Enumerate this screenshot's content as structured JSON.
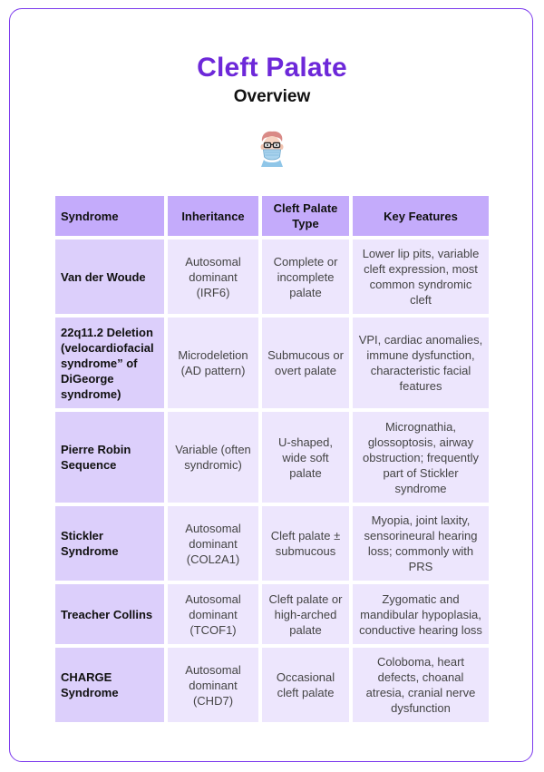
{
  "page": {
    "title": "Cleft Palate",
    "subtitle": "Overview",
    "avatar_icon": "doctor-with-mask-avatar"
  },
  "colors": {
    "accent": "#6d28d9",
    "border": "#7c3aed",
    "header_bg": "#c4abfb",
    "name_cell_bg": "#dccffb",
    "cell_bg": "#ede6fd"
  },
  "table": {
    "headers": [
      "Syndrome",
      "Inheritance",
      "Cleft Palate Type",
      "Key Features"
    ],
    "rows": [
      [
        "Van der Woude",
        "Autosomal dominant (IRF6)",
        "Complete or incomplete palate",
        "Lower lip pits, variable cleft expression, most common syndromic cleft"
      ],
      [
        "22q11.2 Deletion (velocardiofacial syndrome” of DiGeorge syndrome)",
        "Microdeletion (AD pattern)",
        "Submucous or overt palate",
        "VPI, cardiac anomalies, immune dysfunction, characteristic facial features"
      ],
      [
        "Pierre Robin Sequence",
        "Variable (often syndromic)",
        "U-shaped, wide soft palate",
        "Micrognathia, glossoptosis, airway obstruction; frequently part of Stickler syndrome"
      ],
      [
        "Stickler Syndrome",
        "Autosomal dominant (COL2A1)",
        "Cleft palate ± submucous",
        "Myopia, joint laxity, sensorineural hearing loss; commonly with PRS"
      ],
      [
        "Treacher Collins",
        "Autosomal dominant (TCOF1)",
        "Cleft palate or high-arched palate",
        "Zygomatic and mandibular hypoplasia, conductive hearing loss"
      ],
      [
        "CHARGE Syndrome",
        "Autosomal dominant (CHD7)",
        "Occasional cleft palate",
        "Coloboma, heart defects, choanal atresia, cranial nerve dysfunction"
      ]
    ]
  }
}
